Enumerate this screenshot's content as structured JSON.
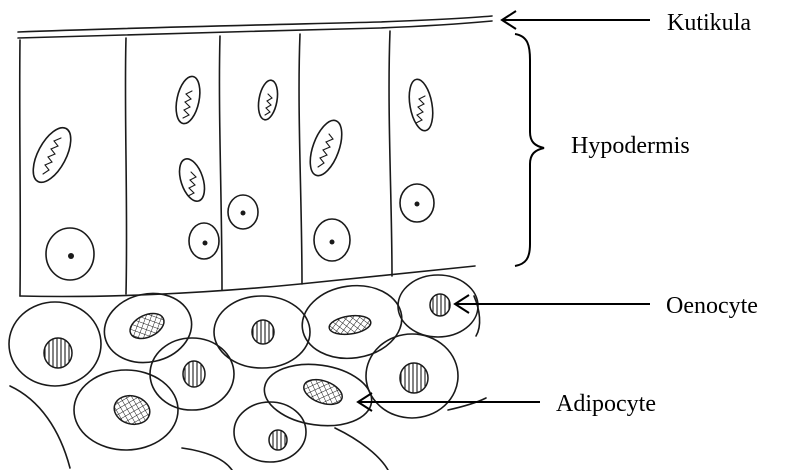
{
  "diagram": {
    "labels": {
      "cuticle": "Kutikula",
      "hypodermis": "Hypodermis",
      "oenocyte": "Oenocyte",
      "adipocyte": "Adipocyte"
    },
    "colors": {
      "ink": "#1a1a1a",
      "background": "#ffffff"
    }
  }
}
